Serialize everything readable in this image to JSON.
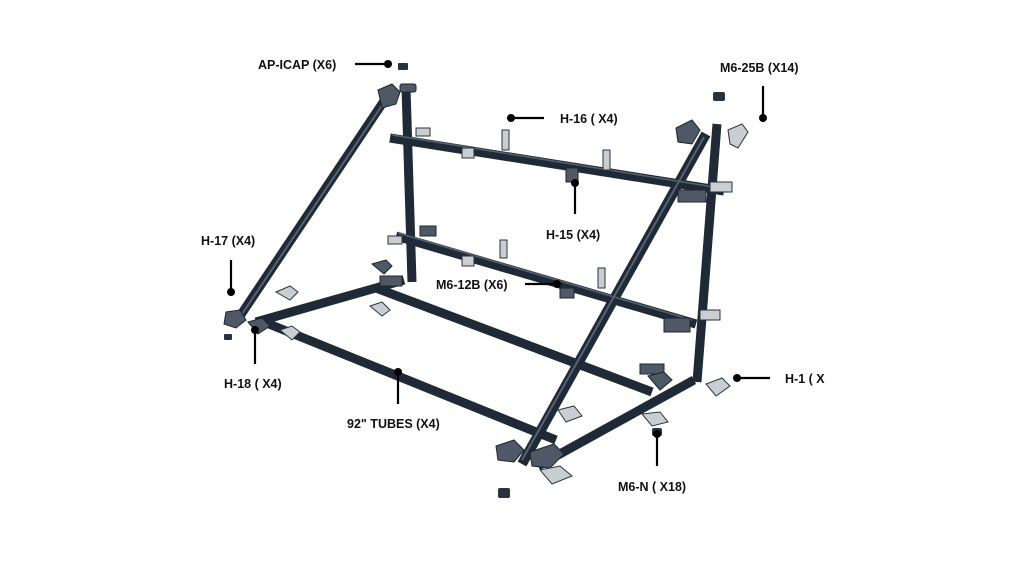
{
  "labels": {
    "ap_icap": "AP-ICAP (X6)",
    "m6_25b": "M6-25B (X14)",
    "h16": "H-16 ( X4)",
    "h15": "H-15 (X4)",
    "h17": "H-17 (X4)",
    "m6_12b": "M6-12B (X6)",
    "h1": "H-1 ( X",
    "h18": "H-18 ( X4)",
    "tubes92": "92\" TUBES (X4)",
    "m6n": "M6-N ( X18)"
  }
}
